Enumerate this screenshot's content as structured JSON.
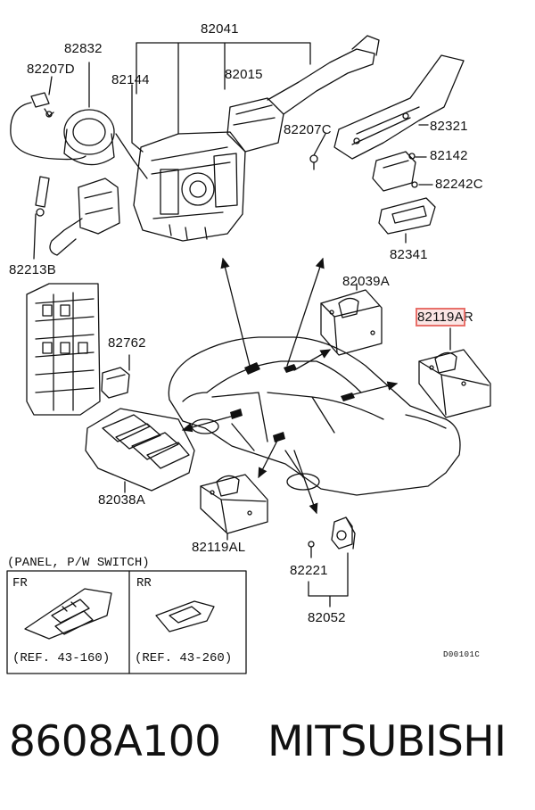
{
  "labels": {
    "p82041": "82041",
    "p82832": "82832",
    "p82207D": "82207D",
    "p82144": "82144",
    "p82015": "82015",
    "p82207C": "82207C",
    "p82321": "82321",
    "p82142": "82142",
    "p82242C": "82242C",
    "p82341": "82341",
    "p82213B": "82213B",
    "p82039A": "82039A",
    "p82119A": "82119A",
    "p82119A_suffix": "R",
    "p82762": "82762",
    "p82038A": "82038A",
    "p82119AL": "82119AL",
    "p82221": "82221",
    "p82052": "82052"
  },
  "panel": {
    "title": "(PANEL, P/W SWITCH)",
    "fr_label": "FR",
    "rr_label": "RR",
    "fr_ref": "(REF. 43-160)",
    "rr_ref": "(REF. 43-260)"
  },
  "diagram_code": "D00101C",
  "footer": {
    "part_number": "8608A100",
    "brand": "MITSUBISHI"
  },
  "colors": {
    "line": "#111111",
    "highlight": "#e8706a"
  }
}
